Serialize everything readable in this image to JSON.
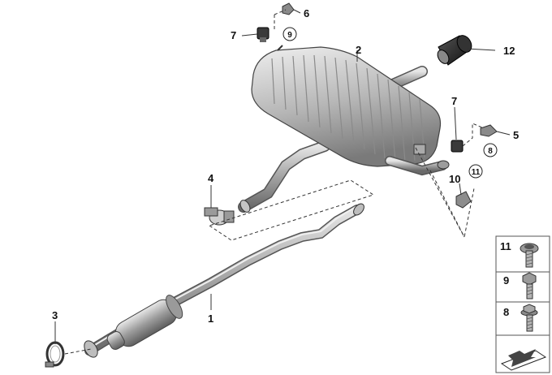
{
  "callouts": {
    "c1": "1",
    "c2": "2",
    "c3": "3",
    "c4": "4",
    "c5": "5",
    "c6": "6",
    "c7a": "7",
    "c7b": "7",
    "c10": "10",
    "c12": "12"
  },
  "circled_refs": {
    "r9": "9",
    "r8": "8",
    "r11": "11"
  },
  "fastener_key": [
    {
      "label": "11",
      "icon": "torx-bolt-icon"
    },
    {
      "label": "9",
      "icon": "hex-bolt-icon"
    },
    {
      "label": "8",
      "icon": "hex-flange-bolt-icon"
    }
  ],
  "colors": {
    "line": "#333333",
    "part_dark": "#707070",
    "part_mid": "#a8a8a8",
    "part_light": "#dadada",
    "tip_black": "#222222"
  }
}
